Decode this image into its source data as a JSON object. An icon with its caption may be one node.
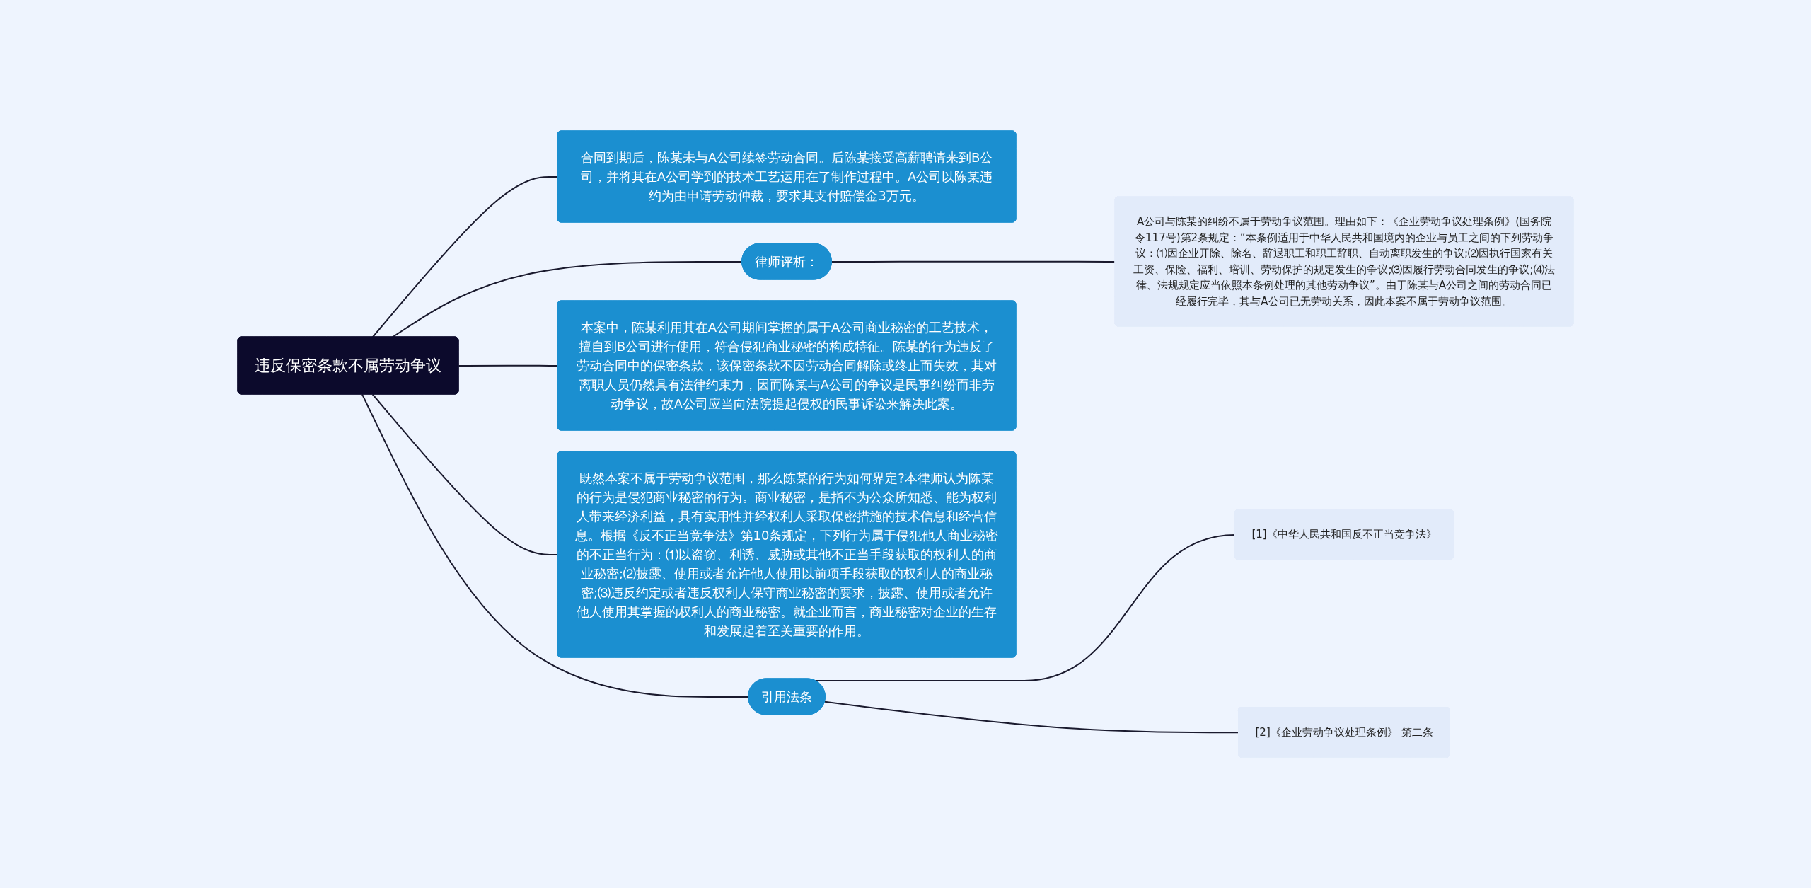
{
  "diagram": {
    "nodes": [
      {
        "text": [
          "违反保密条款不属劳动争议"
        ]
      },
      {
        "text": [
          "合同到期后，陈某未与A公司续签劳动合同。后陈某接受高薪聘请来到B公司，并将其在A公司学到的技术工艺运用在了制作过程中。A公司以陈某违约为由申请劳动仲裁，要求其支付赔偿金3万元。"
        ]
      },
      {
        "text": [
          "律师评析："
        ]
      },
      {
        "text": [
          "A公司与陈某的纠纷不属于劳动争议范围。理由如下：《企业劳动争议处理条例》(国务院令117号)第2条规定：“本条例适用于中华人民共和国境内的企业与员工之间的下列劳动争议：⑴因企业开除、除名、辞退职工和职工辞职、自动离职发生的争议;⑵因执行国家有关工资、保险、福利、培训、劳动保护的规定发生的争议;⑶因履行劳动合同发生的争议;⑷法律、法规规定应当依照本条例处理的其他劳动争议”。由于陈某与A公司之间的劳动合同已经履行完毕，其与A公司已无劳动关系，因此本案不属于劳动争议范围。"
        ]
      },
      {
        "text": [
          "本案中，陈某利用其在A公司期间掌握的属于A公司商业秘密的工艺技术，擅自到B公司进行使用，符合侵犯商业秘密的构成特征。陈某的行为违反了劳动合同中的保密条款，该保密条款不因劳动合同解除或终止而失效，其对离职人员仍然具有法律约束力，因而陈某与A公司的争议是民事纠纷而非劳动争议，故A公司应当向法院提起侵权的民事诉讼来解决此案。"
        ]
      },
      {
        "text": [
          "既然本案不属于劳动争议范围，那么陈某的行为如何界定?本律师认为陈某的行为是侵犯商业秘密的行为。商业秘密，是指不为公众所知悉、能为权利人带来经济利益，具有实用性并经权利人采取保密措施的技术信息和经营信息。根据《反不正当竞争法》第10条规定，下列行为属于侵犯他人商业秘密的不正当行为：⑴以盗窃、利诱、威胁或其他不正当手段获取的权利人的商业秘密;⑵披露、使用或者允许他人使用以前项手段获取的权利人的商业秘密;⑶违反约定或者违反权利人保守商业秘密的要求，披露、使用或者允许他人使用其掌握的权利人的商业秘密。就企业而言，商业秘密对企业的生存和发展起着至关重要的作用。"
        ]
      },
      {
        "text": [
          "引用法条"
        ]
      },
      {
        "text": [
          "[1]《中华人民共和国反不正当竞争法》"
        ]
      },
      {
        "text": [
          "[2]《企业劳动争议处理条例》 第二条"
        ]
      }
    ],
    "edges": [
      {
        "from": 0,
        "to": 1,
        "arrow": "none"
      },
      {
        "from": 0,
        "to": 2,
        "arrow": "none"
      },
      {
        "from": 2,
        "to": 3,
        "arrow": "none"
      },
      {
        "from": 0,
        "to": 4,
        "arrow": "none"
      },
      {
        "from": 0,
        "to": 5,
        "arrow": "none"
      },
      {
        "from": 0,
        "to": 6,
        "arrow": "none"
      },
      {
        "from": 6,
        "to": 7,
        "arrow": "none"
      },
      {
        "from": 6,
        "to": 8,
        "arrow": "none"
      }
    ]
  }
}
